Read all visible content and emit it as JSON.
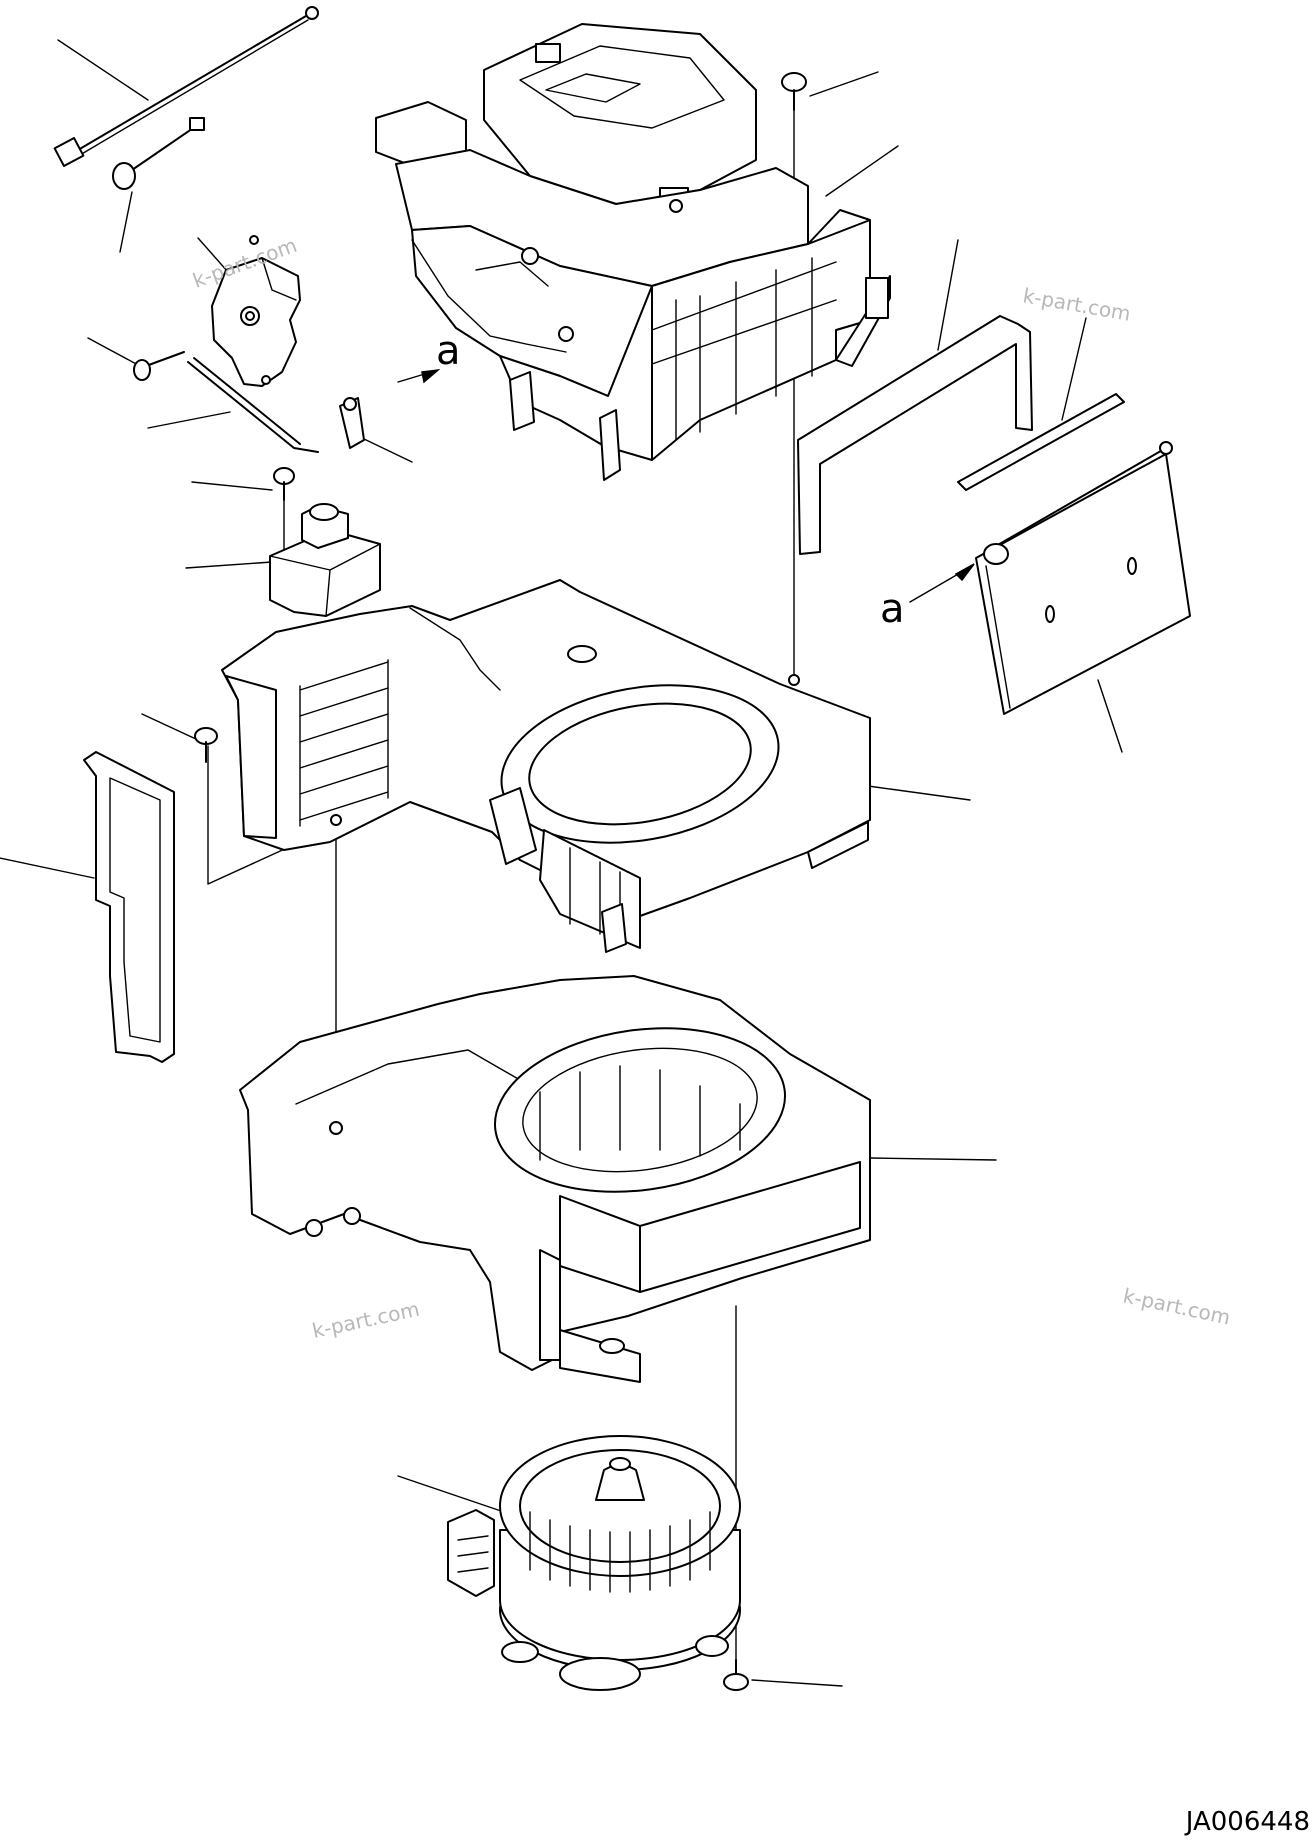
{
  "diagram": {
    "ref_marks": [
      "a",
      "a"
    ],
    "watermarks": [
      "k-part.com",
      "k-part.com",
      "k-part.com",
      "k-part.com"
    ],
    "drawing_code": "JA006448"
  }
}
